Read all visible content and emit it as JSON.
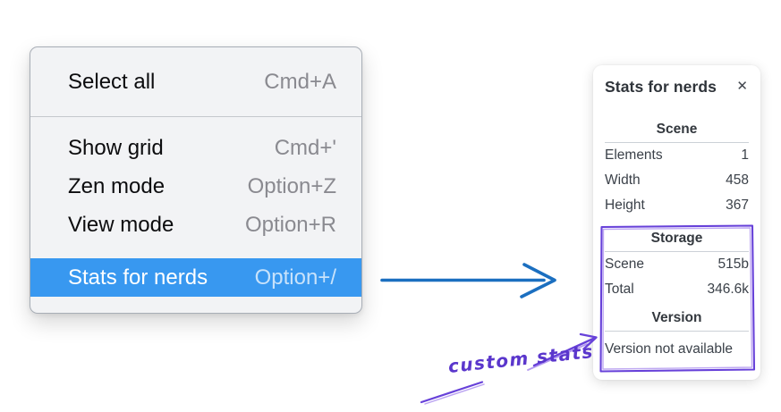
{
  "menu": {
    "section1": [
      {
        "label": "Select all",
        "shortcut": "Cmd+A"
      }
    ],
    "section2": [
      {
        "label": "Show grid",
        "shortcut": "Cmd+'"
      },
      {
        "label": "Zen mode",
        "shortcut": "Option+Z"
      },
      {
        "label": "View mode",
        "shortcut": "Option+R"
      },
      {
        "label": "Stats for nerds",
        "shortcut": "Option+/",
        "highlighted": true
      }
    ]
  },
  "panel": {
    "title": "Stats for nerds",
    "close_glyph": "✕",
    "scene": {
      "header": "Scene",
      "rows": [
        {
          "label": "Elements",
          "value": "1"
        },
        {
          "label": "Width",
          "value": "458"
        },
        {
          "label": "Height",
          "value": "367"
        }
      ]
    },
    "storage": {
      "header": "Storage",
      "rows": [
        {
          "label": "Scene",
          "value": "515b"
        },
        {
          "label": "Total",
          "value": "346.6k"
        }
      ]
    },
    "version": {
      "header": "Version",
      "note": "Version not available"
    }
  },
  "annotations": {
    "custom_stats_label": "custom stats"
  },
  "colors": {
    "menu_highlight": "#3898f0",
    "arrow_blue": "#1b6fc0",
    "annotation_purple": "#6741d9"
  }
}
